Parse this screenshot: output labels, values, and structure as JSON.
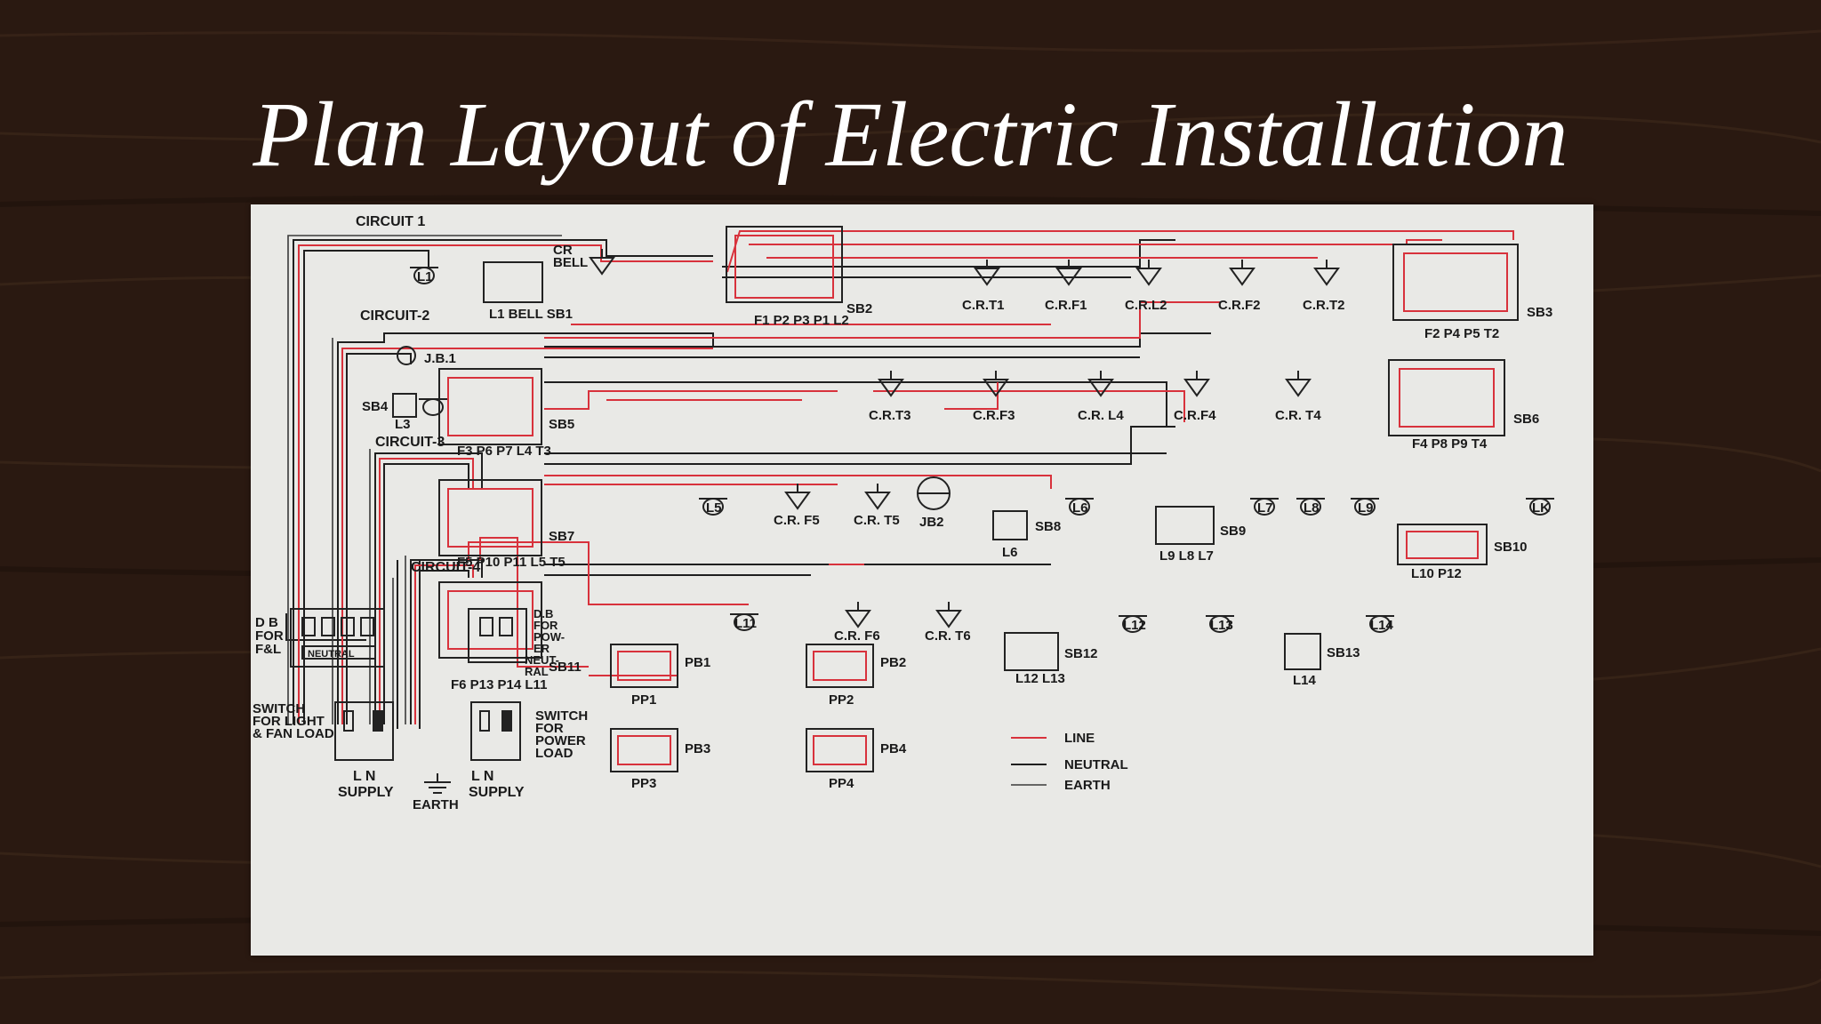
{
  "slide": {
    "title": "Plan Layout of Electric Installation"
  },
  "circuits": {
    "c1": "CIRCUIT 1",
    "c2": "CIRCUIT-2",
    "c3": "CIRCUIT-3",
    "c4": "CIRCUIT-4"
  },
  "circuit1": {
    "l1": "L1",
    "bell_switch": "L1    BELL   SB1",
    "cr_bell": [
      "CR",
      "BELL"
    ],
    "sb2": "SB2",
    "sb2_fuses": "F1  P2  P3 P1 L2",
    "crt1": "C.R.T1",
    "crf1": "C.R.F1",
    "crl2": "C.R.L2",
    "crf2": "C.R.F2",
    "crt2": "C.R.T2",
    "sb3": "SB3",
    "sb3_fuses": "F2   P4  P5  T2"
  },
  "circuit2": {
    "jb1": "J.B.1",
    "sb4": "SB4",
    "l3": "L3",
    "sb5": "SB5",
    "sb5_fuses": "F3  P6 P7 L4  T3",
    "crt3": "C.R.T3",
    "crf3": "C.R.F3",
    "crl4": "C.R. L4",
    "crf4": "C.R.F4",
    "crt4": "C.R. T4",
    "sb6": "SB6",
    "sb6_fuses": "F4  P8  P9 T4"
  },
  "circuit3": {
    "sb7": "SB7",
    "sb7_fuses": "F5  P10 P11 L5 T5",
    "l5": "L5",
    "crf5": "C.R. F5",
    "crt5": "C.R. T5",
    "jb2": "JB2",
    "sb8": "SB8",
    "l6": "L6",
    "l6_lamp": "L6",
    "sb9": "SB9",
    "sb9_fuses": "L9  L8 L7",
    "l7": "L7",
    "l8": "L8",
    "l9": "L9",
    "sb10": "SB10",
    "sb10_fuses": "L10  P12",
    "lk": "LK"
  },
  "circuit4": {
    "sb11": "SB11",
    "sb11_fuses": "F6 P13 P14 L11",
    "l11": "L11",
    "crf6": "C.R. F6",
    "crt6": "C.R. T6",
    "sb12": "SB12",
    "sb12_fuses": "L12  L13",
    "l12": "L12",
    "l13": "L13",
    "sb13": "SB13",
    "l14_sw": "L14",
    "l14": "L14"
  },
  "distribution": {
    "db_fl": [
      "D B",
      "FOR",
      "F&L"
    ],
    "neutral": "NEUTRAL",
    "db_power": [
      "D.B",
      "FOR",
      "POW-",
      "ER",
      "NEUT-",
      "RAL"
    ],
    "switch_light": [
      "SWITCH",
      "FOR LIGHT",
      "& FAN LOAD"
    ],
    "switch_power": [
      "SWITCH",
      "FOR",
      "POWER",
      "LOAD"
    ],
    "supply1": [
      "L   N",
      "SUPPLY"
    ],
    "supply2": [
      "L   N",
      "SUPPLY"
    ],
    "earth": "EARTH"
  },
  "power": {
    "pb1": "PB1",
    "pp1": "PP1",
    "pb2": "PB2",
    "pp2": "PP2",
    "pb3": "PB3",
    "pp3": "PP3",
    "pb4": "PB4",
    "pp4": "PP4"
  },
  "legend": {
    "line": "LINE",
    "neutral": "NEUTRAL",
    "earth": "EARTH"
  },
  "colors": {
    "line": "#d8323c",
    "neutral": "#1f1f1f",
    "earth": "#3a3a3a",
    "paper": "#e9e9e6",
    "background": "#2b1a12",
    "title": "#ffffff"
  }
}
